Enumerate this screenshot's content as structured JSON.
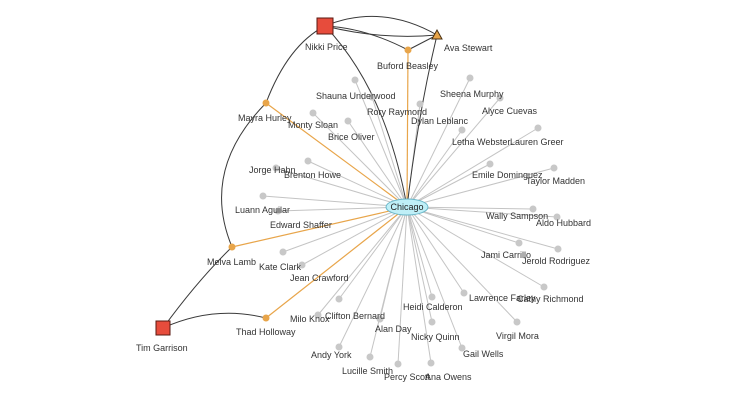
{
  "graph": {
    "hub": {
      "id": "chicago",
      "label": "Chicago",
      "color": "#bfeff7",
      "stroke": "#6ab7c9"
    },
    "colors": {
      "spoke": "#c4c4c4",
      "node": "#c8c8c8",
      "path": "#e8a54a",
      "path_node": "#e8a54a",
      "link": "#3a3a3a",
      "square": "#e74c3c",
      "triangle": "#e8a54a"
    },
    "anchors": [
      {
        "id": "nikki",
        "label": "Nikki Price",
        "shape": "square",
        "icon": "square-marker"
      },
      {
        "id": "tim",
        "label": "Tim Garrison",
        "shape": "square",
        "icon": "square-marker"
      },
      {
        "id": "ava",
        "label": "Ava Stewart",
        "shape": "triangle",
        "icon": "triangle-marker"
      }
    ],
    "bridge_nodes": [
      {
        "id": "buford",
        "label": "Buford Beasley"
      },
      {
        "id": "mayra",
        "label": "Mayra Hurley"
      },
      {
        "id": "melva",
        "label": "Melva Lamb"
      },
      {
        "id": "thad",
        "label": "Thad Holloway"
      }
    ],
    "nodes": [
      {
        "id": "shauna",
        "label": "Shauna Underwood"
      },
      {
        "id": "rory",
        "label": "Rory Raymond"
      },
      {
        "id": "sheena",
        "label": "Sheena Murphy"
      },
      {
        "id": "dylan",
        "label": "Dylan Leblanc"
      },
      {
        "id": "alyce",
        "label": "Alyce Cuevas"
      },
      {
        "id": "monty",
        "label": "Monty Sloan"
      },
      {
        "id": "brice",
        "label": "Brice Oliver"
      },
      {
        "id": "letha",
        "label": "Letha Webster"
      },
      {
        "id": "lauren",
        "label": "Lauren Greer"
      },
      {
        "id": "jorge",
        "label": "Jorge Hahn"
      },
      {
        "id": "brenton",
        "label": "Brenton Howe"
      },
      {
        "id": "emile",
        "label": "Emile Dominguez"
      },
      {
        "id": "taylor",
        "label": "Taylor Madden"
      },
      {
        "id": "luann",
        "label": "Luann Aguilar"
      },
      {
        "id": "wally",
        "label": "Wally Sampson"
      },
      {
        "id": "aldo",
        "label": "Aldo Hubbard"
      },
      {
        "id": "edward",
        "label": "Edward Shaffer"
      },
      {
        "id": "kate",
        "label": "Kate Clark"
      },
      {
        "id": "jami",
        "label": "Jami Carrillo"
      },
      {
        "id": "jerold",
        "label": "Jerold Rodriguez"
      },
      {
        "id": "jean",
        "label": "Jean Crawford"
      },
      {
        "id": "lawrence",
        "label": "Lawrence Farley"
      },
      {
        "id": "cathy",
        "label": "Cathy Richmond"
      },
      {
        "id": "heidi",
        "label": "Heidi Calderon"
      },
      {
        "id": "clifton",
        "label": "Clifton Bernard"
      },
      {
        "id": "milo",
        "label": "Milo Knox"
      },
      {
        "id": "alan",
        "label": "Alan Day"
      },
      {
        "id": "virgil",
        "label": "Virgil Mora"
      },
      {
        "id": "nicky",
        "label": "Nicky Quinn"
      },
      {
        "id": "gail",
        "label": "Gail Wells"
      },
      {
        "id": "andy",
        "label": "Andy York"
      },
      {
        "id": "lucille",
        "label": "Lucille Smith"
      },
      {
        "id": "percy",
        "label": "Percy Scott"
      },
      {
        "id": "ana",
        "label": "Ana Owens"
      }
    ]
  }
}
